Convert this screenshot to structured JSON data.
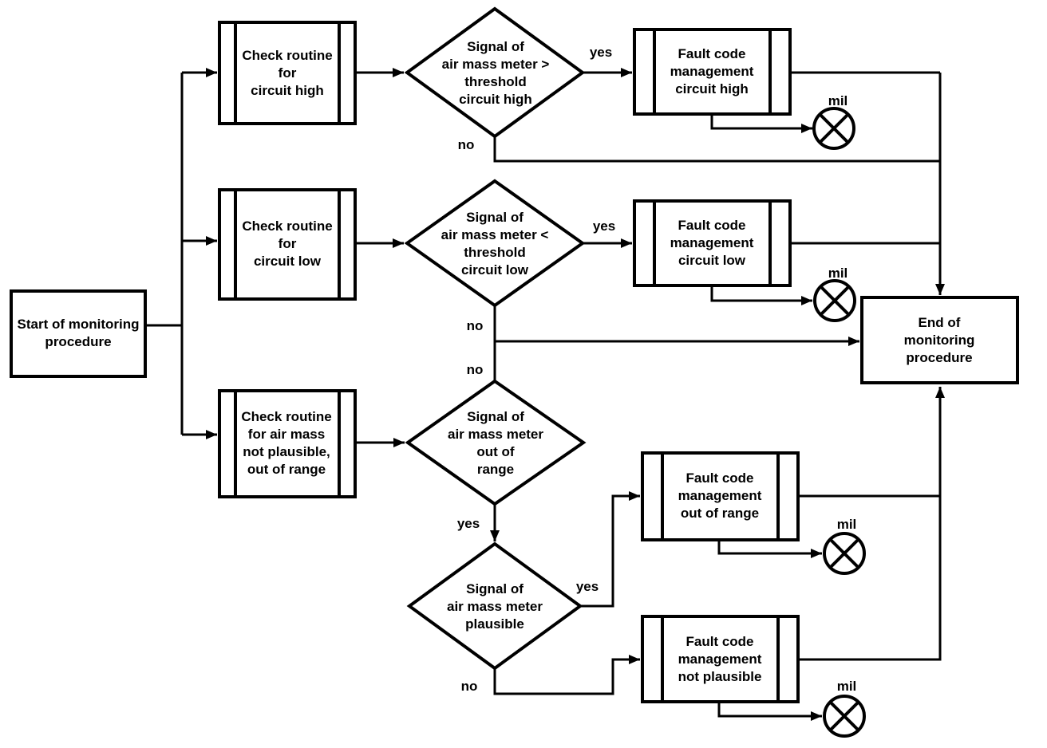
{
  "diagram": {
    "background_color": "#ffffff",
    "line_color": "#000000",
    "nodes": {
      "start": {
        "label": "Start of monitoring\nprocedure"
      },
      "check_circuit_high": {
        "label": "Check routine\nfor\ncircuit high"
      },
      "check_circuit_low": {
        "label": "Check routine\nfor\ncircuit low"
      },
      "check_not_plausible": {
        "label": "Check routine\nfor air mass\nnot plausible,\nout of range"
      },
      "decision_circuit_high": {
        "label": "Signal of\nair mass meter >\nthreshold\ncircuit high"
      },
      "decision_circuit_low": {
        "label": "Signal of\nair mass meter <\nthreshold\ncircuit low"
      },
      "decision_out_of_range": {
        "label": "Signal of\nair mass meter\nout of\nrange"
      },
      "decision_plausible": {
        "label": "Signal of\nair mass meter\nplausible"
      },
      "fault_circuit_high": {
        "label": "Fault code\nmanagement\ncircuit high"
      },
      "fault_circuit_low": {
        "label": "Fault code\nmanagement\ncircuit low"
      },
      "fault_out_of_range": {
        "label": "Fault code\nmanagement\nout of range"
      },
      "fault_not_plausible": {
        "label": "Fault code\nmanagement\nnot plausible"
      },
      "end": {
        "label": "End of monitoring\nprocedure"
      }
    },
    "edge_labels": {
      "yes_circuit_high": "yes",
      "no_circuit_high": "no",
      "yes_circuit_low": "yes",
      "no_circuit_low": "no",
      "no_out_of_range": "no",
      "yes_out_of_range": "yes",
      "yes_plausible": "yes",
      "no_plausible": "no"
    },
    "indicator_labels": {
      "mil_circuit_high": "mil",
      "mil_circuit_low": "mil",
      "mil_out_of_range": "mil",
      "mil_not_plausible": "mil"
    }
  }
}
